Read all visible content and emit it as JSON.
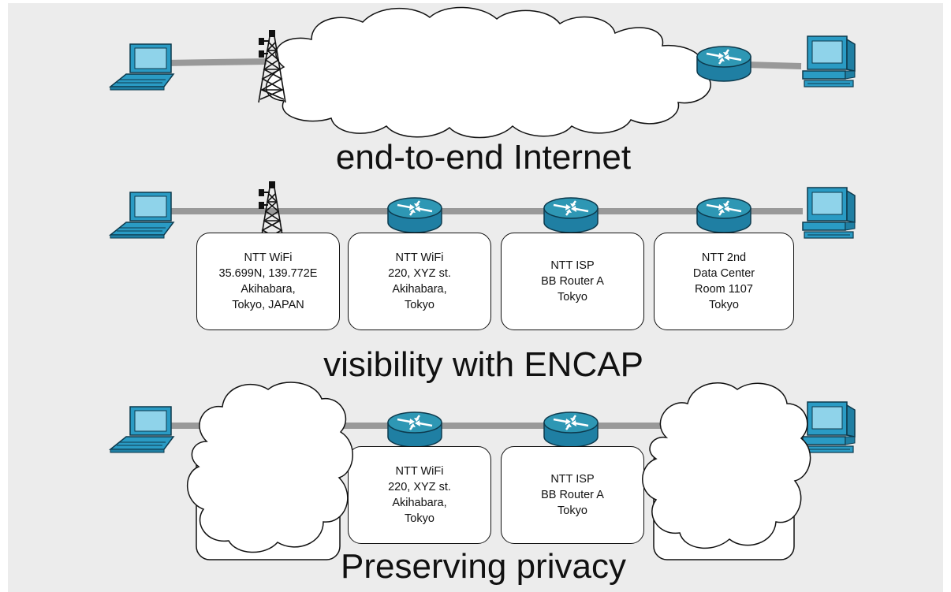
{
  "captions": {
    "row1": "end-to-end Internet",
    "row2": "visibility with ENCAP",
    "row3": "Preserving privacy"
  },
  "row2_boxes": [
    {
      "lines": [
        "NTT WiFi",
        "35.699N, 139.772E",
        "Akihabara,",
        "Tokyo, JAPAN"
      ]
    },
    {
      "lines": [
        "NTT WiFi",
        "220, XYZ st.",
        "Akihabara,",
        "Tokyo"
      ]
    },
    {
      "lines": [
        "NTT ISP",
        "BB Router A",
        "Tokyo"
      ]
    },
    {
      "lines": [
        "NTT 2nd",
        "Data Center",
        "Room 1107",
        "Tokyo"
      ]
    }
  ],
  "row3_boxes": [
    {
      "lines": [
        "NTT WiFi",
        "220, XYZ st.",
        "Akihabara,",
        "Tokyo"
      ]
    },
    {
      "lines": [
        "NTT ISP",
        "BB Router A",
        "Tokyo"
      ]
    }
  ],
  "colors": {
    "device_blue": "#2a9bc4",
    "router_teal": "#2e97b4",
    "link_gray": "#999999",
    "panel_bg": "#ececec"
  },
  "icons": [
    "laptop-icon",
    "cell-tower-icon",
    "cloud-icon",
    "router-icon",
    "desktop-computer-icon"
  ]
}
